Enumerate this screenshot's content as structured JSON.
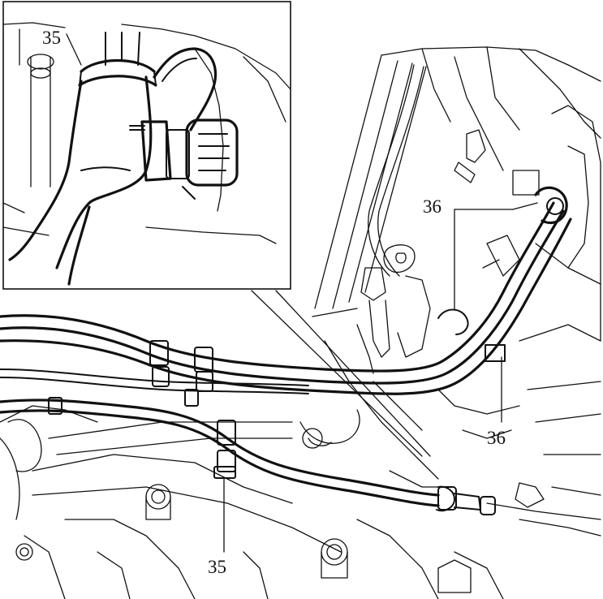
{
  "callouts": {
    "inset_35": "35",
    "upper_36": "36",
    "lower_36": "36",
    "bottom_35": "35"
  },
  "colors": {
    "ink": "#111111",
    "paper": "#ffffff"
  }
}
